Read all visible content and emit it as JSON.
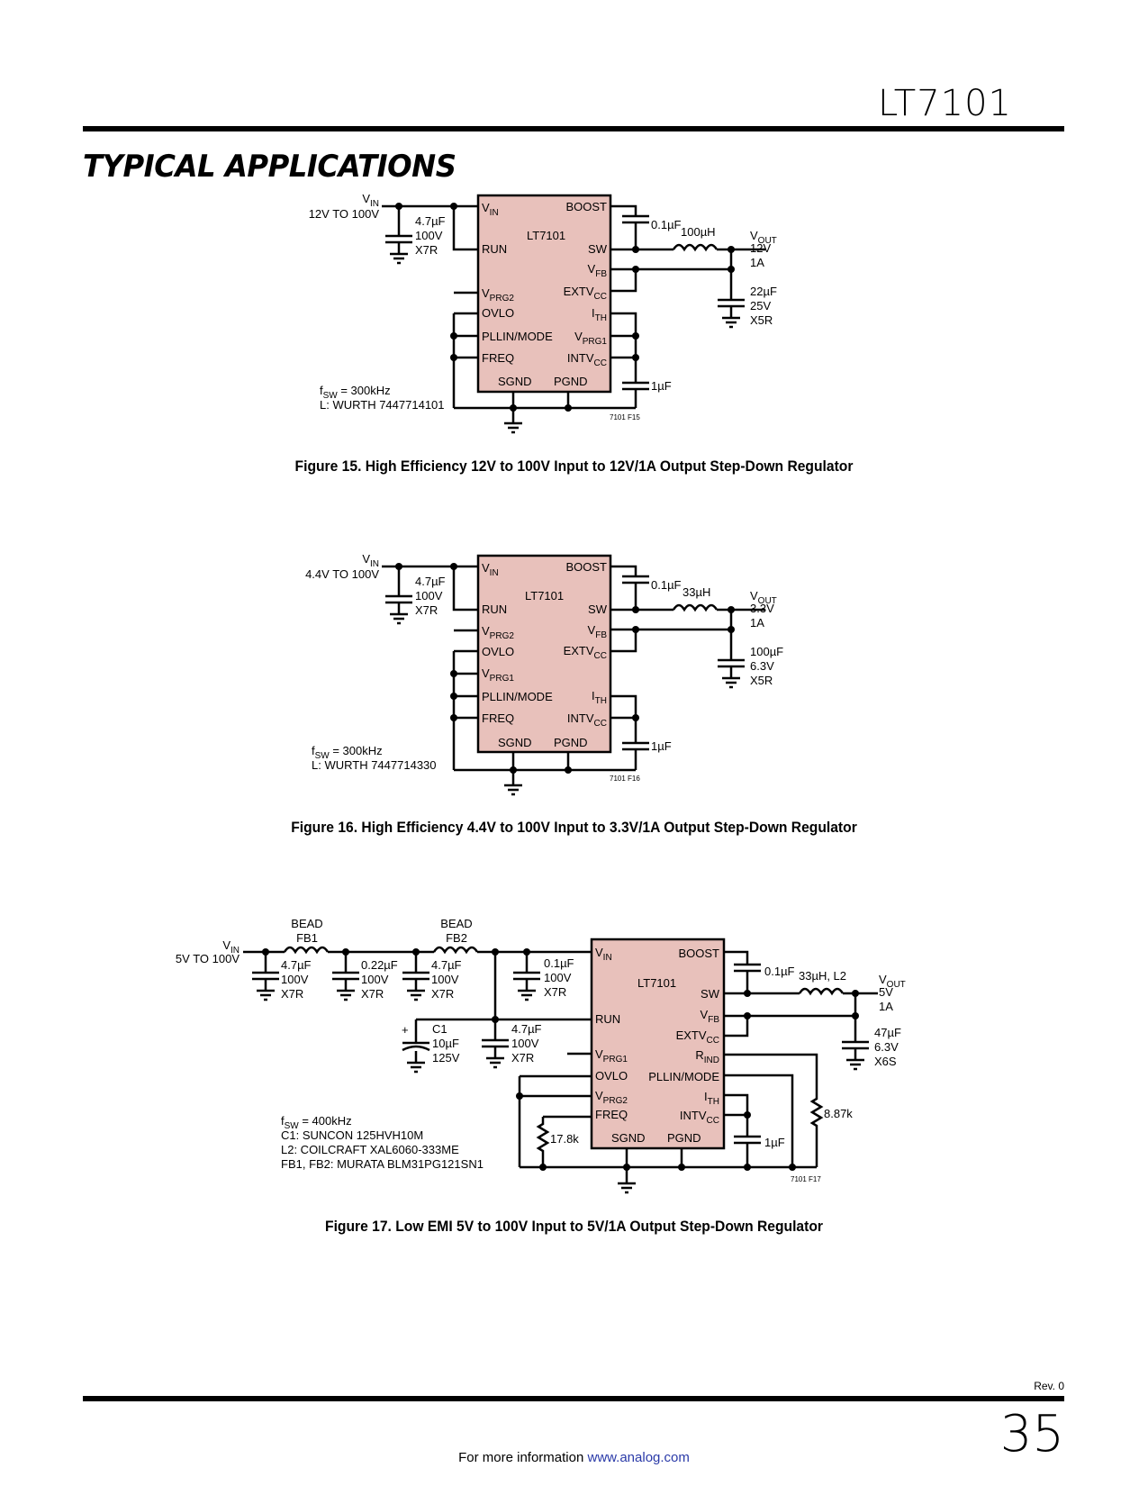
{
  "header": {
    "part_number": "LT7101"
  },
  "section_title": "TYPICAL APPLICATIONS",
  "ic_label": "LT7101",
  "fig15": {
    "vin_label": "V",
    "vin_sub": "IN",
    "vin_range": "12V TO 100V",
    "cin": [
      "4.7µF",
      "100V",
      "X7R"
    ],
    "cboost": "0.1µF",
    "inductor": "100µH",
    "vout_label": "V",
    "vout_sub": "OUT",
    "vout_v": "12V",
    "vout_a": "1A",
    "cout": [
      "22µF",
      "25V",
      "X5R"
    ],
    "cintvcc": "1µF",
    "notes": [
      "f",
      "SW",
      " = 300kHz",
      "L: WURTH 7447714101"
    ],
    "tag": "7101 F15",
    "caption": "Figure 15. High Efficiency 12V to 100V Input to 12V/1A Output Step-Down Regulator"
  },
  "fig16": {
    "vin_label": "V",
    "vin_sub": "IN",
    "vin_range": "4.4V TO 100V",
    "cin": [
      "4.7µF",
      "100V",
      "X7R"
    ],
    "cboost": "0.1µF",
    "inductor": "33µH",
    "vout_label": "V",
    "vout_sub": "OUT",
    "vout_v": "3.3V",
    "vout_a": "1A",
    "cout": [
      "100µF",
      "6.3V",
      "X5R"
    ],
    "cintvcc": "1µF",
    "notes": [
      "f",
      "SW",
      " = 300kHz",
      "L: WURTH 7447714330"
    ],
    "tag": "7101 F16",
    "caption": "Figure 16. High Efficiency 4.4V to 100V Input to 3.3V/1A Output Step-Down Regulator"
  },
  "fig17": {
    "vin_label": "V",
    "vin_sub": "IN",
    "vin_range": "5V TO 100V",
    "bead1": [
      "BEAD",
      "FB1"
    ],
    "bead2": [
      "BEAD",
      "FB2"
    ],
    "c1": [
      "4.7µF",
      "100V",
      "X7R"
    ],
    "c2": [
      "0.22µF",
      "100V",
      "X7R"
    ],
    "c3": [
      "4.7µF",
      "100V",
      "X7R"
    ],
    "c4": [
      "0.1µF",
      "100V",
      "X7R"
    ],
    "c5": [
      "4.7µF",
      "100V",
      "X7R"
    ],
    "celec": [
      "C1",
      "10µF",
      "125V"
    ],
    "cboost": "0.1µF",
    "inductor": "33µH, L2",
    "vout_label": "V",
    "vout_sub": "OUT",
    "vout_v": "5V",
    "vout_a": "1A",
    "cout": [
      "47µF",
      "6.3V",
      "X6S"
    ],
    "r_ind": "8.87k",
    "r_freq": "17.8k",
    "cintvcc": "1µF",
    "notes": [
      "f",
      "SW",
      " = 400kHz",
      "C1: SUNCON 125HVH10M",
      "L2: COILCRAFT XAL6060-333ME",
      "FB1, FB2: MURATA BLM31PG121SN1"
    ],
    "tag": "7101 F17",
    "caption": "Figure 17. Low EMI 5V to 100V Input to 5V/1A Output Step-Down Regulator"
  },
  "pins": {
    "vin": "V",
    "vin_sub": "IN",
    "boost": "BOOST",
    "run": "RUN",
    "sw": "SW",
    "vfb": "V",
    "vfb_sub": "FB",
    "vprg2": "V",
    "vprg2_sub": "PRG2",
    "extvcc": "EXTV",
    "extvcc_sub": "CC",
    "ovlo": "OVLO",
    "ith": "I",
    "ith_sub": "TH",
    "pllin": "PLLIN/MODE",
    "vprg1": "V",
    "vprg1_sub": "PRG1",
    "freq": "FREQ",
    "intvcc": "INTV",
    "intvcc_sub": "CC",
    "sgnd": "SGND",
    "pgnd": "PGND",
    "rind": "R",
    "rind_sub": "IND"
  },
  "footer": {
    "rev": "Rev. 0",
    "page": "35",
    "more_info": "For more information ",
    "link": "www.analog.com"
  }
}
